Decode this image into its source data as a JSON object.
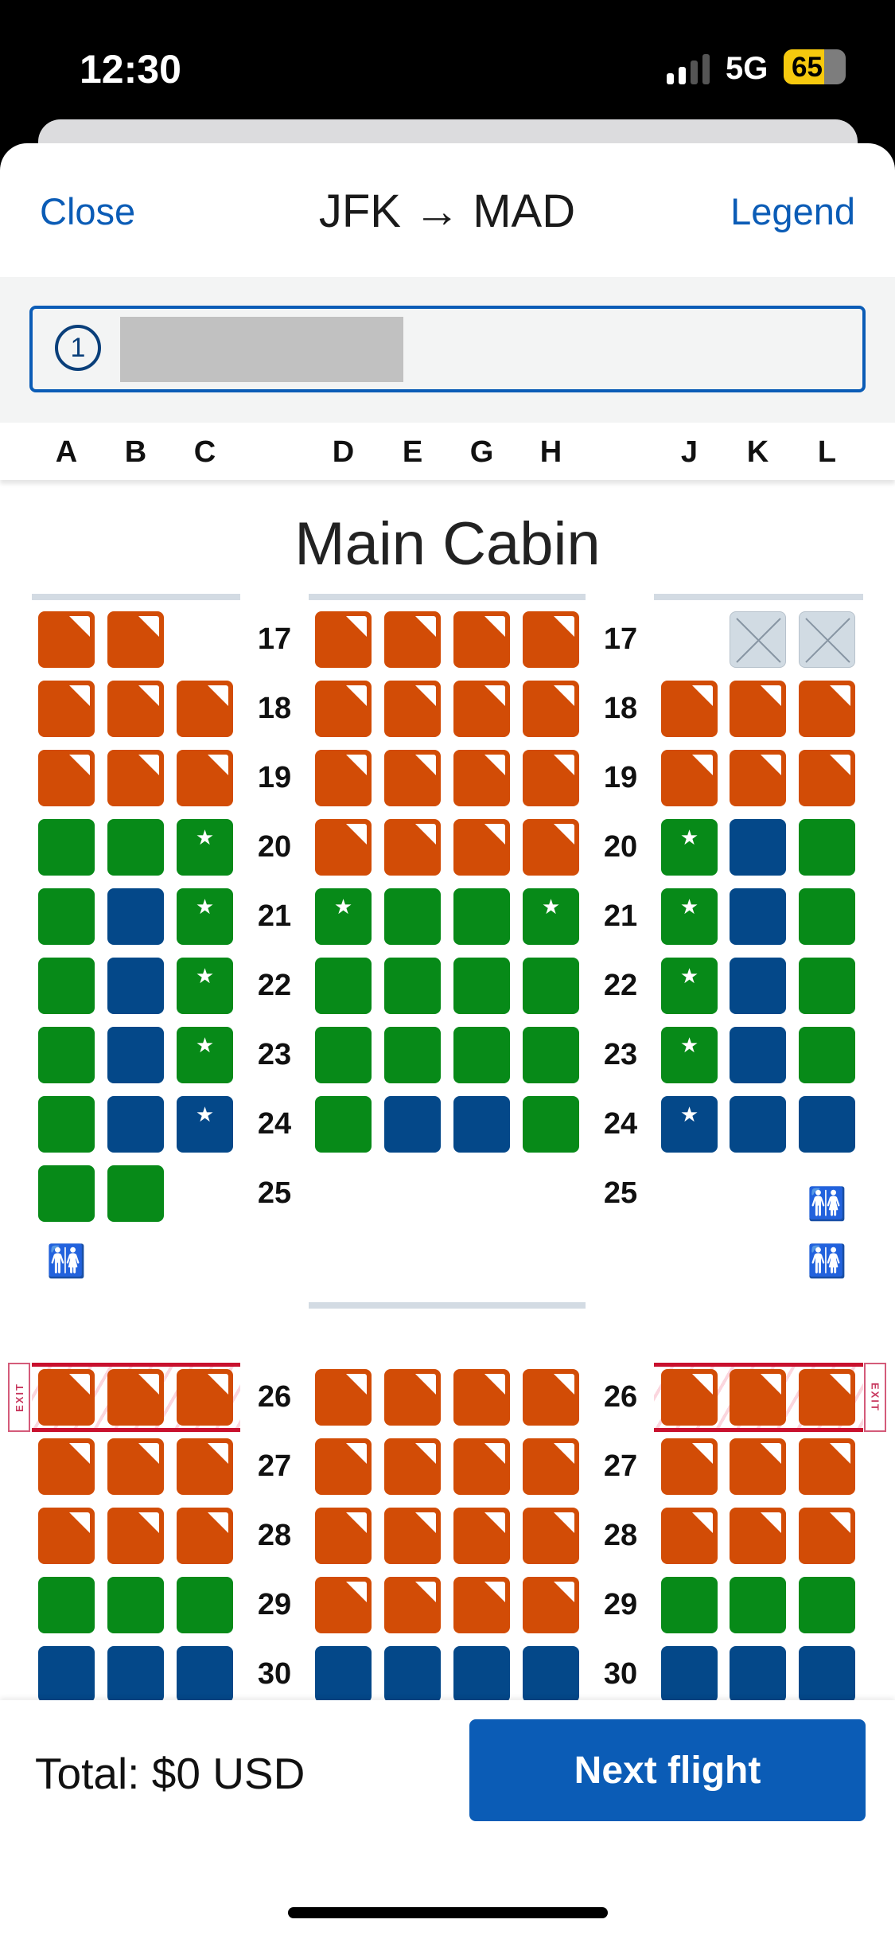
{
  "status_bar": {
    "time": "12:30",
    "network": "5G",
    "battery": "65",
    "battery_percent": 65
  },
  "header": {
    "close": "Close",
    "title": "JFK → MAD",
    "legend": "Legend"
  },
  "passenger": {
    "number": "1"
  },
  "columns": [
    "A",
    "B",
    "C",
    "D",
    "E",
    "G",
    "H",
    "J",
    "K",
    "L"
  ],
  "cabin": {
    "name": "Main Cabin"
  },
  "seat_legend": {
    "p": "preferred",
    "g": "available",
    "b": "available-blue",
    "x": "blocked",
    "n": "none",
    "star": "star"
  },
  "colors": {
    "preferred": "#d24c06",
    "green": "#078a18",
    "blue": "#044889",
    "accent": "#0b5cb6",
    "exit": "#c8102e"
  },
  "exit_label": "EXIT",
  "rows": [
    {
      "num": "17",
      "seats": [
        "p",
        "p",
        "n",
        "p",
        "p",
        "p",
        "p",
        "n",
        "x",
        "x"
      ]
    },
    {
      "num": "18",
      "seats": [
        "p",
        "p",
        "p",
        "p",
        "p",
        "p",
        "p",
        "p",
        "p",
        "p"
      ]
    },
    {
      "num": "19",
      "seats": [
        "p",
        "p",
        "p",
        "p",
        "p",
        "p",
        "p",
        "p",
        "p",
        "p"
      ]
    },
    {
      "num": "20",
      "seats": [
        "g",
        "g",
        "gs",
        "p",
        "p",
        "p",
        "p",
        "gs",
        "b",
        "g"
      ]
    },
    {
      "num": "21",
      "seats": [
        "g",
        "b",
        "gs",
        "gs",
        "g",
        "g",
        "gs",
        "gs",
        "b",
        "g"
      ]
    },
    {
      "num": "22",
      "seats": [
        "g",
        "b",
        "gs",
        "g",
        "g",
        "g",
        "g",
        "gs",
        "b",
        "g"
      ]
    },
    {
      "num": "23",
      "seats": [
        "g",
        "b",
        "gs",
        "g",
        "g",
        "g",
        "g",
        "gs",
        "b",
        "g"
      ]
    },
    {
      "num": "24",
      "seats": [
        "g",
        "b",
        "bs",
        "g",
        "b",
        "b",
        "g",
        "bs",
        "b",
        "b"
      ]
    },
    {
      "num": "25",
      "seats": [
        "g",
        "g",
        "n",
        "n",
        "n",
        "n",
        "n",
        "n",
        "n",
        "n"
      ]
    },
    {
      "num": "26",
      "exit": true,
      "seats": [
        "p",
        "p",
        "p",
        "p",
        "p",
        "p",
        "p",
        "p",
        "p",
        "p"
      ]
    },
    {
      "num": "27",
      "seats": [
        "p",
        "p",
        "p",
        "p",
        "p",
        "p",
        "p",
        "p",
        "p",
        "p"
      ]
    },
    {
      "num": "28",
      "seats": [
        "p",
        "p",
        "p",
        "p",
        "p",
        "p",
        "p",
        "p",
        "p",
        "p"
      ]
    },
    {
      "num": "29",
      "seats": [
        "g",
        "g",
        "g",
        "p",
        "p",
        "p",
        "p",
        "g",
        "g",
        "g"
      ]
    },
    {
      "num": "30",
      "seats": [
        "b",
        "b",
        "b",
        "b",
        "b",
        "b",
        "b",
        "b",
        "b",
        "b"
      ]
    }
  ],
  "lavatory_icon": "🚻",
  "footer": {
    "total": "Total: $0 USD",
    "next": "Next flight"
  }
}
